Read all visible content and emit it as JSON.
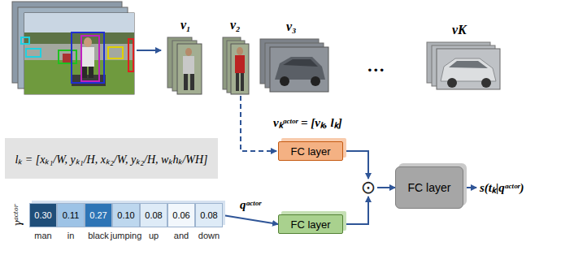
{
  "diagram": {
    "nodes": [
      {
        "text": [
          "lₖ = [xₖ₁/W, yₖ₁/H, xₖ₂/W, yₖ₂/H, wₖhₖ/WH]"
        ]
      },
      {
        "text": [
          "FC layer"
        ]
      },
      {
        "text": [
          "⊙"
        ]
      },
      {
        "text": [
          "FC layer"
        ]
      },
      {
        "text": [
          "γᵃᶜᵗᵒʳ"
        ]
      },
      {
        "text": [
          "0.30",
          "man"
        ],
        "in": 4
      },
      {
        "text": [
          "0.11",
          "in"
        ],
        "in": 4
      },
      {
        "text": [
          "0.27",
          "black"
        ],
        "in": 4
      },
      {
        "text": [
          "0.10",
          "jumping"
        ],
        "in": 4
      },
      {
        "text": [
          "0.08",
          "up"
        ],
        "in": 4
      },
      {
        "text": [
          "0.06",
          "and"
        ],
        "in": 4
      },
      {
        "text": [
          "0.08",
          "down"
        ],
        "in": 4
      },
      {
        "text": [
          "FC layer"
        ]
      }
    ],
    "edges": [
      {
        "from": 4,
        "to": 12,
        "arrow": "to",
        "label": "qᵃᶜᵗᵒʳ"
      },
      {
        "from": 1,
        "to": 2,
        "arrow": "to"
      },
      {
        "from": 12,
        "to": 2,
        "arrow": "to"
      },
      {
        "from": 2,
        "to": 3,
        "arrow": "to"
      }
    ],
    "labels": [
      "v₁",
      "v₂",
      "v₃",
      "…",
      "vK",
      "vₖᵃᶜᵗᵒʳ = [vₖ, lₖ]",
      "s(tₖ|qᵃᶜᵗᵒʳ)"
    ]
  }
}
